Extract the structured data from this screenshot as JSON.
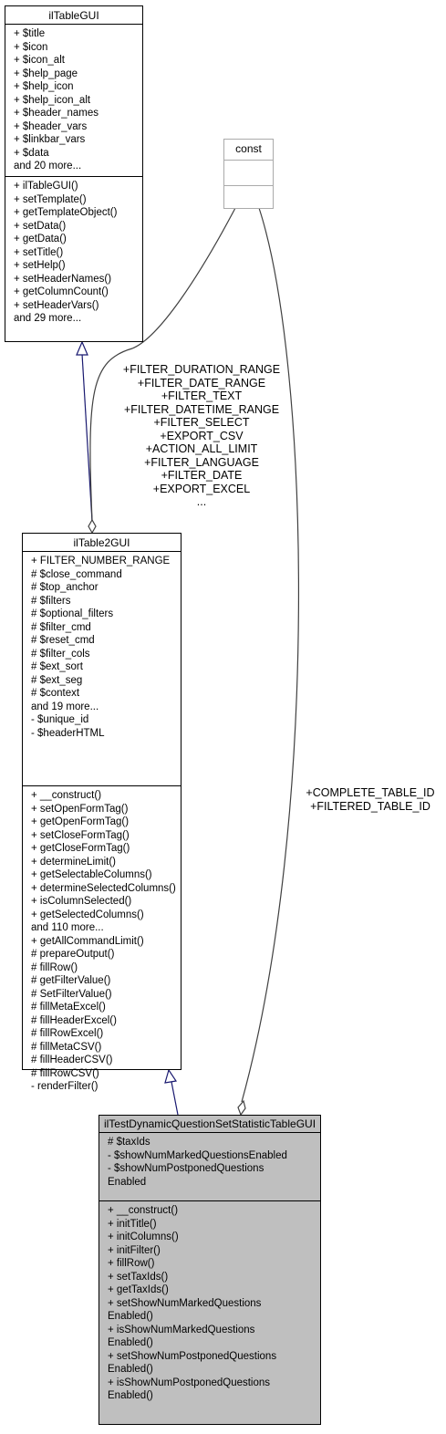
{
  "classes": {
    "iltablegui": {
      "name": "ilTableGUI",
      "attributes": [
        "+ $title",
        "+ $icon",
        "+ $icon_alt",
        "+ $help_page",
        "+ $help_icon",
        "+ $help_icon_alt",
        "+ $header_names",
        "+ $header_vars",
        "+ $linkbar_vars",
        "+ $data",
        "and 20 more..."
      ],
      "methods": [
        "+ ilTableGUI()",
        "+ setTemplate()",
        "+ getTemplateObject()",
        "+ setData()",
        "+ getData()",
        "+ setTitle()",
        "+ setHelp()",
        "+ setHeaderNames()",
        "+ getColumnCount()",
        "+ setHeaderVars()",
        "and 29 more..."
      ]
    },
    "const": {
      "name": "const"
    },
    "iltable2gui": {
      "name": "ilTable2GUI",
      "attributes": [
        "+ FILTER_NUMBER_RANGE",
        "# $close_command",
        "# $top_anchor",
        "# $filters",
        "# $optional_filters",
        "# $filter_cmd",
        "# $reset_cmd",
        "# $filter_cols",
        "# $ext_sort",
        "# $ext_seg",
        "# $context",
        "and 19 more...",
        "- $unique_id",
        "- $headerHTML"
      ],
      "methods": [
        "+ __construct()",
        "+ setOpenFormTag()",
        "+ getOpenFormTag()",
        "+ setCloseFormTag()",
        "+ getCloseFormTag()",
        "+ determineLimit()",
        "+ getSelectableColumns()",
        "+ determineSelectedColumns()",
        "+ isColumnSelected()",
        "+ getSelectedColumns()",
        "and 110 more...",
        "+ getAllCommandLimit()",
        "# prepareOutput()",
        "# fillRow()",
        "# getFilterValue()",
        "# SetFilterValue()",
        "# fillMetaExcel()",
        "# fillHeaderExcel()",
        "# fillRowExcel()",
        "# fillMetaCSV()",
        "# fillHeaderCSV()",
        "# fillRowCSV()",
        "- renderFilter()"
      ]
    },
    "target": {
      "name_lines": [
        "ilTestDynamicQuestionSet",
        "StatisticTableGUI"
      ],
      "attributes": [
        "# $taxIds",
        "- $showNumMarkedQuestionsEnabled",
        "- $showNumPostponedQuestions",
        "Enabled"
      ],
      "methods": [
        "+ __construct()",
        "+ initTitle()",
        "+ initColumns()",
        "+ initFilter()",
        "+ fillRow()",
        "+ setTaxIds()",
        "+ getTaxIds()",
        "+ setShowNumMarkedQuestions",
        "Enabled()",
        "+ isShowNumMarkedQuestions",
        "Enabled()",
        "+ setShowNumPostponedQuestions",
        "Enabled()",
        "+ isShowNumPostponedQuestions",
        "Enabled()"
      ]
    }
  },
  "edge_labels": {
    "const_to_table2": [
      "+FILTER_DURATION_RANGE",
      "+FILTER_DATE_RANGE",
      "+FILTER_TEXT",
      "+FILTER_DATETIME_RANGE",
      "+FILTER_SELECT",
      "+EXPORT_CSV",
      "+ACTION_ALL_LIMIT",
      "+FILTER_LANGUAGE",
      "+FILTER_DATE",
      "+EXPORT_EXCEL",
      "..."
    ],
    "const_to_target": [
      "+COMPLETE_TABLE_ID",
      "+FILTERED_TABLE_ID"
    ]
  },
  "colors": {
    "inheritance": "#191970",
    "usage": "#404040",
    "highlight_fill": "#bfbfbf",
    "const_border": "#aaaaaa"
  }
}
